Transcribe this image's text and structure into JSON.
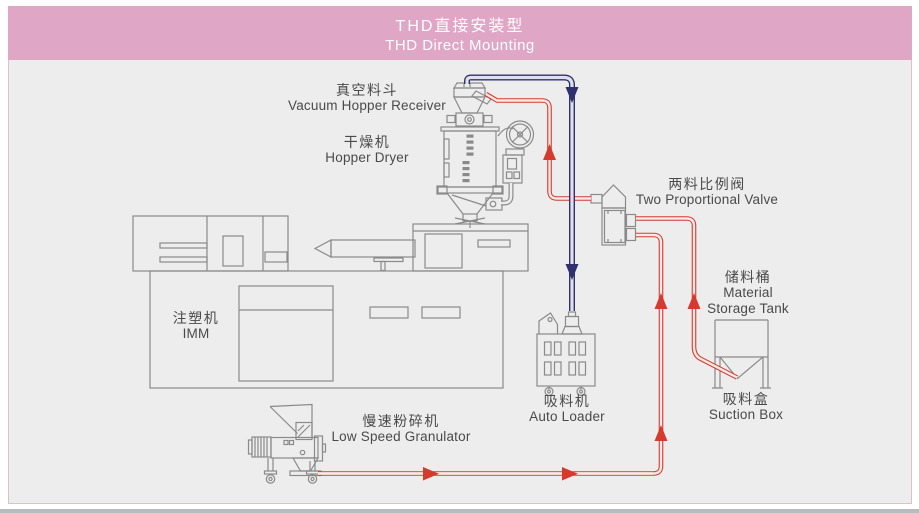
{
  "header": {
    "title_zh": "THD直接安装型",
    "title_en": "THD Direct Mounting"
  },
  "colors": {
    "banner_pink": "#dfa6c6",
    "panel_bg": "#eeedee",
    "panel_border": "#d9c2ce",
    "diagram_line": "#8a8a8a",
    "material_pipe_red": "#d63a2f",
    "vacuum_pipe_blue": "#30306e",
    "label_text": "#4a4a4a"
  },
  "equipment": [
    {
      "id": "vacuum-hopper-receiver",
      "zh": "真空料斗",
      "en": "Vacuum Hopper Receiver"
    },
    {
      "id": "hopper-dryer",
      "zh": "干燥机",
      "en": "Hopper Dryer"
    },
    {
      "id": "imm",
      "zh": "注塑机",
      "en": "IMM"
    },
    {
      "id": "two-proportional-valve",
      "zh": "两料比例阀",
      "en": "Two Proportional Valve"
    },
    {
      "id": "material-storage-tank",
      "zh": "储料桶",
      "en": "Material Storage Tank",
      "en_lines": [
        "Material",
        "Storage Tank"
      ]
    },
    {
      "id": "auto-loader",
      "zh": "吸料机",
      "en": "Auto Loader"
    },
    {
      "id": "suction-box",
      "zh": "吸料盒",
      "en": "Suction Box"
    },
    {
      "id": "low-speed-granulator",
      "zh": "慢速粉碎机",
      "en": "Low Speed Granulator"
    }
  ]
}
